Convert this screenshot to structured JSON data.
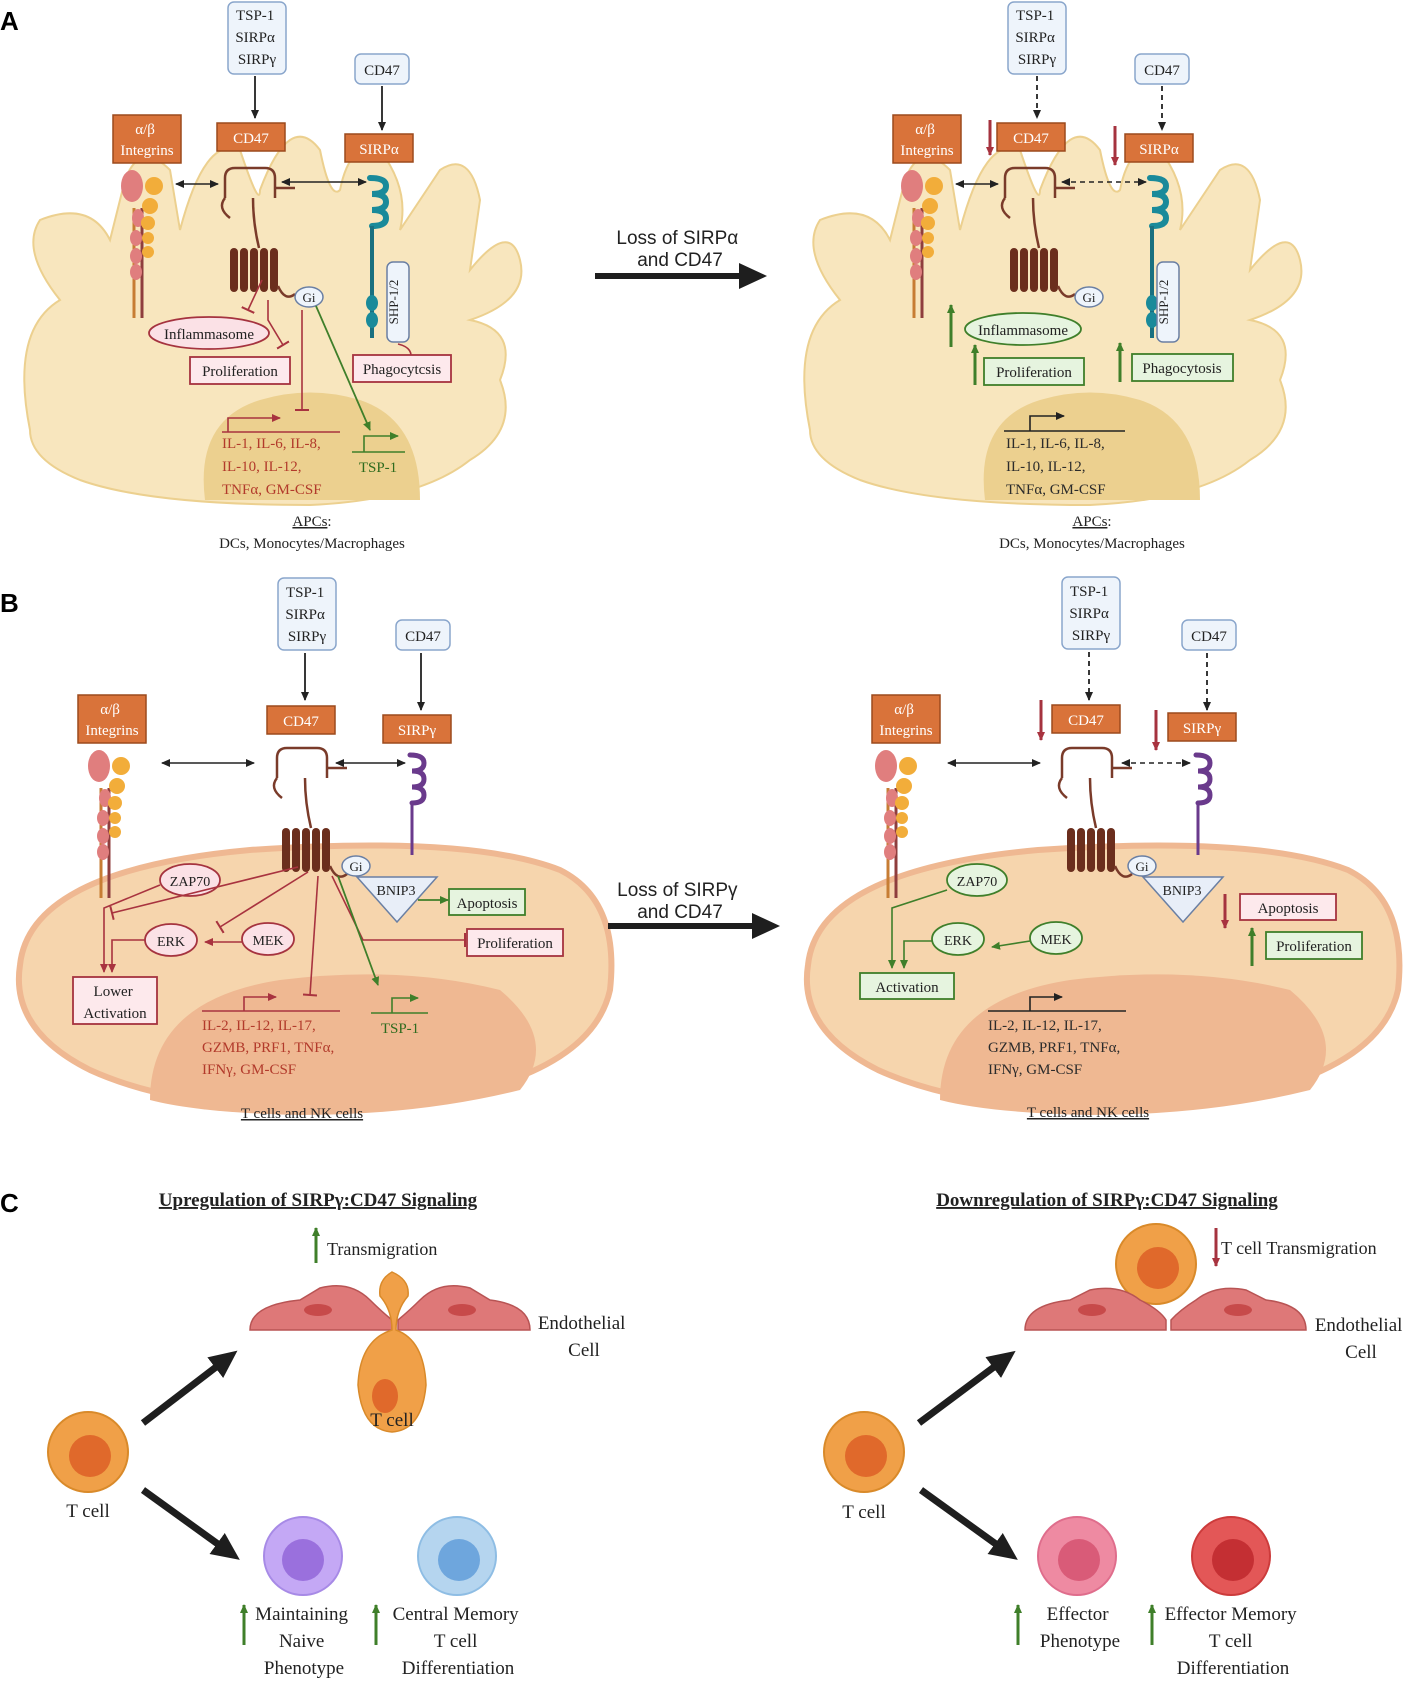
{
  "panels": {
    "a": {
      "letter": "A",
      "left": {
        "ligand_box": [
          "TSP-1",
          "SIRPα",
          "SIRPγ"
        ],
        "cd47_box": "CD47",
        "integrins": [
          "α/β",
          "Integrins"
        ],
        "receptor_cd47": "CD47",
        "receptor_sirpa": "SIRPα",
        "gi": "Gi",
        "shp": "SHP-1/2",
        "inflammasome": "Inflammasome",
        "proliferation": "Proliferation",
        "phagocytosis": "Phagocytcsis",
        "cytokines": [
          "IL-1,  IL-6, IL-8,",
          "IL-10,  IL-12,",
          "TNFα, GM-CSF"
        ],
        "tsp1": "TSP-1",
        "caption_title": "APCs",
        "caption_colon": ":",
        "caption_body": "DCs, Monocytes/Macrophages"
      },
      "transition": [
        "Loss of SIRPα",
        "and CD47"
      ],
      "right": {
        "ligand_box": [
          "TSP-1",
          "SIRPα",
          "SIRPγ"
        ],
        "cd47_box": "CD47",
        "integrins": [
          "α/β",
          "Integrins"
        ],
        "receptor_cd47": "CD47",
        "receptor_sirpa": "SIRPα",
        "gi": "Gi",
        "shp": "SHP-1/2",
        "inflammasome": "Inflammasome",
        "proliferation": "Proliferation",
        "phagocytosis": "Phagocytosis",
        "cytokines": [
          "IL-1,  IL-6, IL-8,",
          "IL-10,  IL-12,",
          "TNFα, GM-CSF"
        ],
        "caption_title": "APCs",
        "caption_colon": ":",
        "caption_body": "DCs, Monocytes/Macrophages"
      }
    },
    "b": {
      "letter": "B",
      "left": {
        "ligand_box": [
          "TSP-1",
          "SIRPα",
          "SIRPγ"
        ],
        "cd47_box": "CD47",
        "integrins": [
          "α/β",
          "Integrins"
        ],
        "receptor_cd47": "CD47",
        "receptor_sirpg": "SIRPγ",
        "gi": "Gi",
        "bnip3": "BNIP3",
        "apoptosis": "Apoptosis",
        "zap70": "ZAP70",
        "erk": "ERK",
        "mek": "MEK",
        "proliferation": "Proliferation",
        "lower_activation": [
          "Lower",
          "Activation"
        ],
        "cytokines": [
          "IL-2, IL-12, IL-17,",
          "GZMB, PRF1, TNFα,",
          "IFNγ, GM-CSF"
        ],
        "tsp1": "TSP-1",
        "caption": "T cells and NK cells"
      },
      "transition": [
        "Loss of SIRPγ",
        "and CD47"
      ],
      "right": {
        "ligand_box": [
          "TSP-1",
          "SIRPα",
          "SIRPγ"
        ],
        "cd47_box": "CD47",
        "integrins": [
          "α/β",
          "Integrins"
        ],
        "receptor_cd47": "CD47",
        "receptor_sirpg": "SIRPγ",
        "gi": "Gi",
        "bnip3": "BNIP3",
        "apoptosis": "Apoptosis",
        "zap70": "ZAP70",
        "erk": "ERK",
        "mek": "MEK",
        "proliferation": "Proliferation",
        "activation": "Activation",
        "cytokines": [
          "IL-2, IL-12, IL-17,",
          "GZMB, PRF1, TNFα,",
          "IFNγ, GM-CSF"
        ],
        "caption": "T cells and NK cells"
      }
    },
    "c": {
      "letter": "C",
      "left": {
        "title": "Upregulation of SIRPγ:CD47 Signaling",
        "transmigration": "Transmigration",
        "endothelial": [
          "Endothelial",
          "Cell"
        ],
        "t_cell_migrating": "T cell",
        "t_cell": "T cell",
        "naive": [
          "Maintaining",
          "Naive",
          "Phenotype"
        ],
        "central_memory": [
          "Central Memory",
          "T cell",
          "Differentiation"
        ]
      },
      "right": {
        "title": "Downregulation of SIRPγ:CD47 Signaling",
        "transmigration": "T cell Transmigration",
        "endothelial": [
          "Endothelial",
          "Cell"
        ],
        "t_cell": "T cell",
        "effector": [
          "Effector",
          "Phenotype"
        ],
        "effector_memory": [
          "Effector Memory",
          "T cell",
          "Differentiation"
        ]
      }
    }
  },
  "colors": {
    "red_text": "#b23a2b",
    "green_text": "#2f6b1e",
    "up_arrow": "#3f7f2a",
    "down_arrow": "#a5333f",
    "orange_box": "#d9733a",
    "cell_fill": "#f8e6be",
    "nucleus_fill": "#ecd08f",
    "tcell_fill": "#f6d5ad",
    "tcell_nucleus": "#efb892"
  }
}
